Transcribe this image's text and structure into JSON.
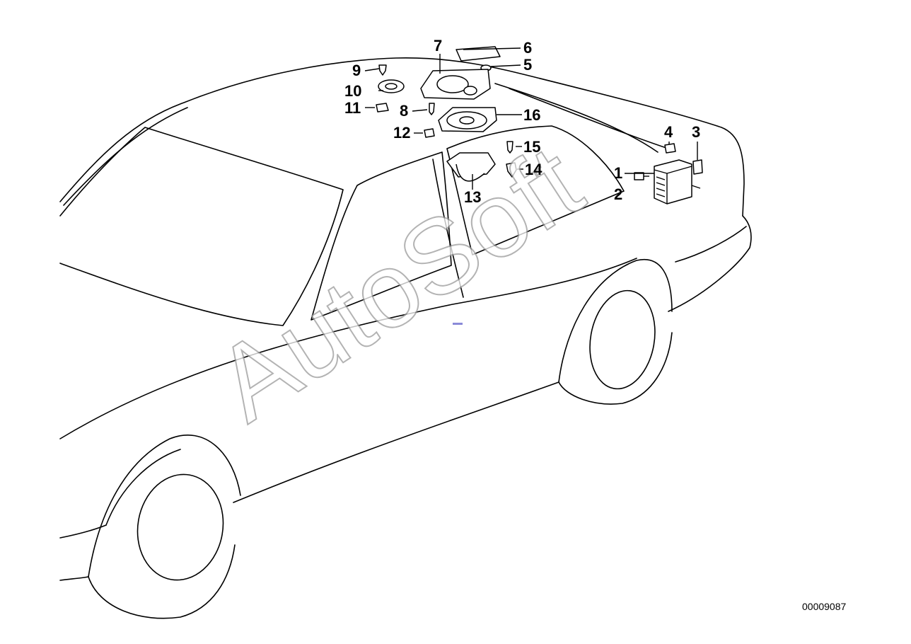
{
  "diagram": {
    "document_number": "00009087",
    "watermark": "AutoSoft",
    "callouts": [
      {
        "id": "c1",
        "label": "1"
      },
      {
        "id": "c2",
        "label": "2"
      },
      {
        "id": "c3",
        "label": "3"
      },
      {
        "id": "c4",
        "label": "4"
      },
      {
        "id": "c5",
        "label": "5"
      },
      {
        "id": "c6",
        "label": "6"
      },
      {
        "id": "c7",
        "label": "7"
      },
      {
        "id": "c8",
        "label": "8"
      },
      {
        "id": "c9",
        "label": "9"
      },
      {
        "id": "c10",
        "label": "10"
      },
      {
        "id": "c11",
        "label": "11"
      },
      {
        "id": "c12",
        "label": "12"
      },
      {
        "id": "c13",
        "label": "13"
      },
      {
        "id": "c14",
        "label": "14"
      },
      {
        "id": "c15",
        "label": "15"
      },
      {
        "id": "c16",
        "label": "16"
      }
    ]
  }
}
